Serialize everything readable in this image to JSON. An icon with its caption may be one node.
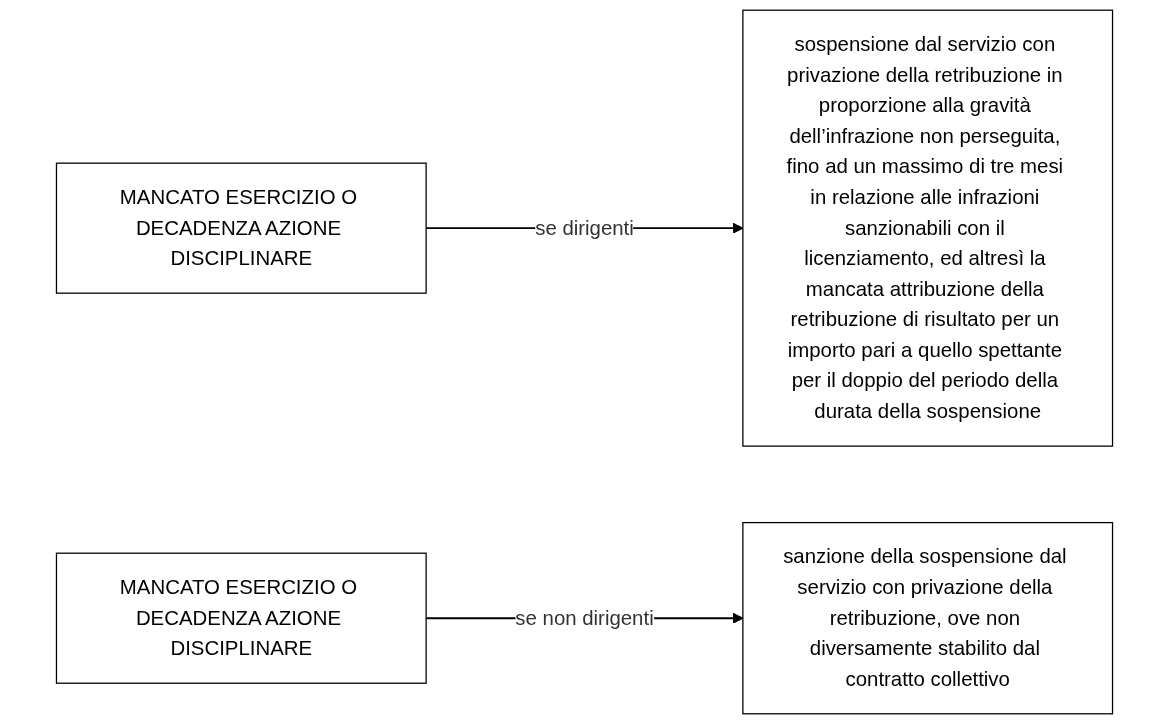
{
  "diagram": {
    "nodes": [
      {
        "text": [
          "MANCATO ESERCIZIO O DECADENZA AZIONE DISCIPLINARE"
        ]
      },
      {
        "text": [
          "sospensione dal servizio con privazione della retribuzione in proporzione alla gravità dell’infrazione non perseguita, fino ad un massimo di tre mesi in relazione alle infrazioni sanzionabili con il licenziamento, ed altresì la mancata attribuzione della retribuzione di risultato per un importo pari a quello spettante per il doppio del periodo della durata della sospensione"
        ]
      },
      {
        "text": [
          "MANCATO ESERCIZIO O DECADENZA AZIONE DISCIPLINARE"
        ]
      },
      {
        "text": [
          "sanzione della sospensione dal servizio con privazione della retribuzione, ove non diversamente stabilito dal contratto collettivo"
        ]
      }
    ],
    "edges": [
      {
        "from": 0,
        "to": 1,
        "arrow": "to",
        "label": "se dirigenti"
      },
      {
        "from": 2,
        "to": 3,
        "arrow": "to",
        "label": "se non dirigenti"
      }
    ]
  }
}
